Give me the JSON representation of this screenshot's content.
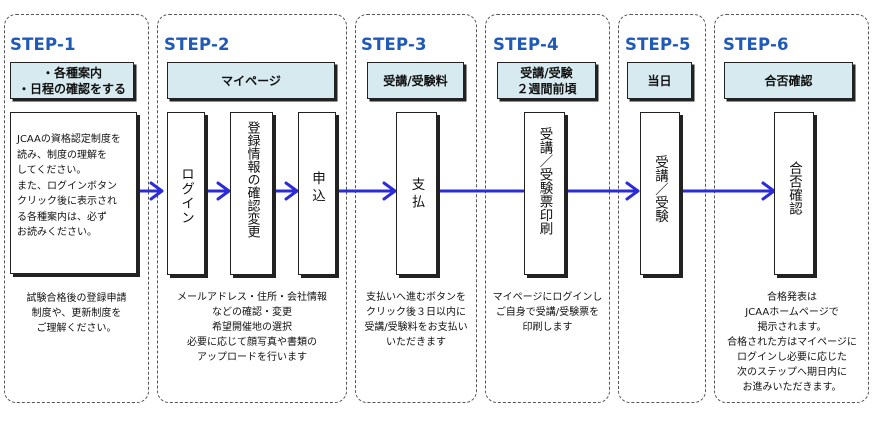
{
  "steps": [
    {
      "label": "STEP-1",
      "header": [
        "・各種案内",
        "・日程の確認をする"
      ],
      "box_lines": [
        "JCAAの資格認定制度を",
        "読み、制度の理解を",
        "してください。",
        "また、ログインボタン",
        "クリック後に表示され",
        "る各種案内は、必ず",
        "お読みください。"
      ],
      "note": [
        "試験合格後の登録申請",
        "制度や、更新制度を",
        "ご理解ください。"
      ]
    },
    {
      "label": "STEP-2",
      "header": [
        "マイページ"
      ],
      "boxes": [
        "ログイン",
        "登録情報の確認変更",
        "申込"
      ],
      "note": [
        "メールアドレス・住所・会社情報",
        "などの確認・変更",
        "希望開催地の選択",
        "必要に応じて顔写真や書類の",
        "アップロードを行います"
      ]
    },
    {
      "label": "STEP-3",
      "header": [
        "受講/受験料"
      ],
      "boxes": [
        "支払"
      ],
      "note": [
        "支払いへ進むボタンを",
        "クリック後３日以内に",
        "受講/受験料をお支払い",
        "いただきます"
      ]
    },
    {
      "label": "STEP-4",
      "header": [
        "受講/受験",
        "２週間前頃"
      ],
      "boxes": [
        "受講／受験票印刷"
      ],
      "note": [
        "マイページにログインし",
        "ご自身で受講/受験票を",
        "印刷します"
      ]
    },
    {
      "label": "STEP-5",
      "header": [
        "当日"
      ],
      "boxes": [
        "受講／受験"
      ],
      "note": []
    },
    {
      "label": "STEP-6",
      "header": [
        "合否確認"
      ],
      "boxes": [
        "合否確認"
      ],
      "note": [
        "合格発表は",
        "JCAAホームページで",
        "掲示されます。",
        "合格された方はマイページに",
        "ログインし必要に応じた",
        "次のステップへ期日内に",
        "お進みいただきます。"
      ]
    }
  ],
  "colors": {
    "step_label": "#1f5ab8",
    "header_fill": "#d6eaf0",
    "arrow": "#2b2bd8"
  }
}
